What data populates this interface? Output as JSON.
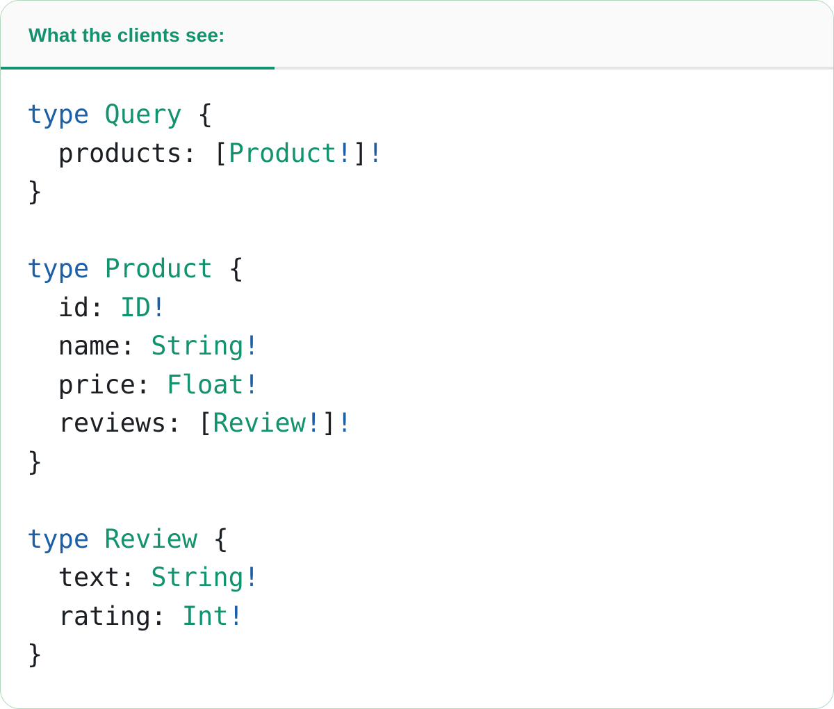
{
  "header": {
    "tab_label": "What the clients see:"
  },
  "colors": {
    "green": "#12926E",
    "keyword_blue": "#1D5FA4",
    "code_dark": "#1B1F23",
    "card_border": "#ADD6BA",
    "header_bg": "#FAFAFA",
    "divider_gray": "#E4E4E4",
    "card_bg": "#FFFFFF"
  },
  "code": {
    "lines": [
      [
        {
          "t": "type ",
          "c": "blue"
        },
        {
          "t": "Query",
          "c": "green"
        },
        {
          "t": " {",
          "c": "dark"
        }
      ],
      [
        {
          "t": "  products: [",
          "c": "dark"
        },
        {
          "t": "Product",
          "c": "green"
        },
        {
          "t": "!",
          "c": "blue"
        },
        {
          "t": "]",
          "c": "dark"
        },
        {
          "t": "!",
          "c": "blue"
        }
      ],
      [
        {
          "t": "}",
          "c": "dark"
        }
      ],
      [],
      [
        {
          "t": "type ",
          "c": "blue"
        },
        {
          "t": "Product",
          "c": "green"
        },
        {
          "t": " {",
          "c": "dark"
        }
      ],
      [
        {
          "t": "  id: ",
          "c": "dark"
        },
        {
          "t": "ID",
          "c": "green"
        },
        {
          "t": "!",
          "c": "blue"
        }
      ],
      [
        {
          "t": "  name: ",
          "c": "dark"
        },
        {
          "t": "String",
          "c": "green"
        },
        {
          "t": "!",
          "c": "blue"
        }
      ],
      [
        {
          "t": "  price: ",
          "c": "dark"
        },
        {
          "t": "Float",
          "c": "green"
        },
        {
          "t": "!",
          "c": "blue"
        }
      ],
      [
        {
          "t": "  reviews: [",
          "c": "dark"
        },
        {
          "t": "Review",
          "c": "green"
        },
        {
          "t": "!",
          "c": "blue"
        },
        {
          "t": "]",
          "c": "dark"
        },
        {
          "t": "!",
          "c": "blue"
        }
      ],
      [
        {
          "t": "}",
          "c": "dark"
        }
      ],
      [],
      [
        {
          "t": "type ",
          "c": "blue"
        },
        {
          "t": "Review",
          "c": "green"
        },
        {
          "t": " {",
          "c": "dark"
        }
      ],
      [
        {
          "t": "  text: ",
          "c": "dark"
        },
        {
          "t": "String",
          "c": "green"
        },
        {
          "t": "!",
          "c": "blue"
        }
      ],
      [
        {
          "t": "  rating: ",
          "c": "dark"
        },
        {
          "t": "Int",
          "c": "green"
        },
        {
          "t": "!",
          "c": "blue"
        }
      ],
      [
        {
          "t": "}",
          "c": "dark"
        }
      ]
    ]
  }
}
